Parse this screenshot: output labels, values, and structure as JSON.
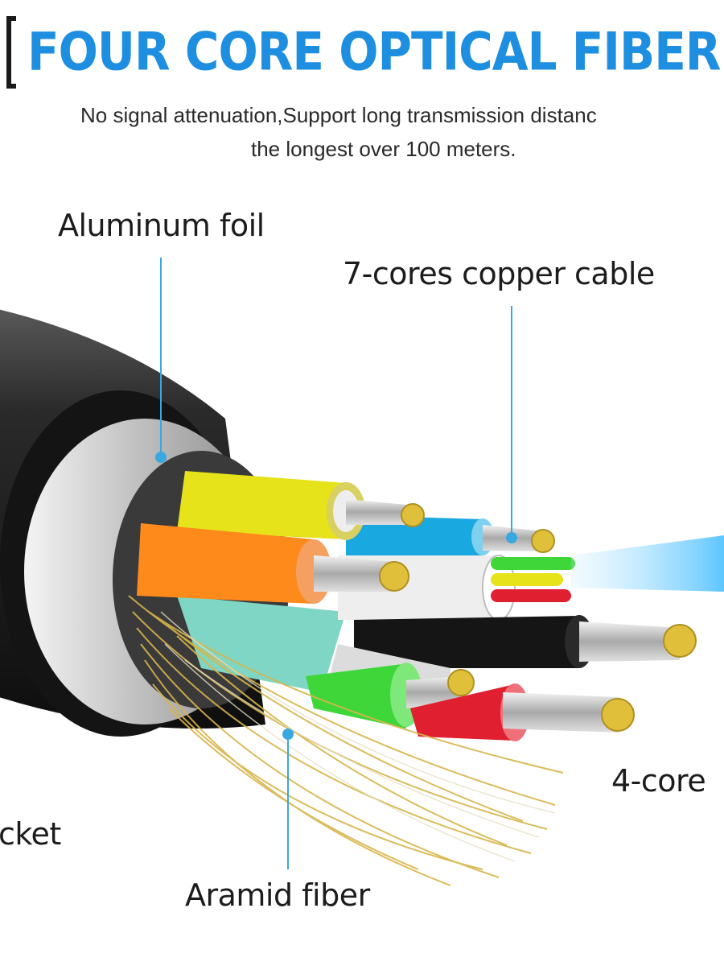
{
  "header": {
    "title": "FOUR CORE OPTICAL FIBER TRANSM",
    "subtitle_line1": "No signal attenuation,Support long transmission distanc",
    "subtitle_line2": "the longest over 100 meters."
  },
  "callouts": {
    "aluminum_foil": "Aluminum foil",
    "copper_cable": "7-cores copper cable",
    "four_core": "4-core",
    "jacket": "cket",
    "aramid_fiber": "Aramid fiber"
  },
  "colors": {
    "title_blue": "#1e8fe0",
    "leader_blue": "#3aa7e0",
    "jacket_black": "#1b1b1b",
    "foil_silver": "#c9c9c9",
    "wire_yellow": "#e6e31a",
    "wire_orange": "#ff8a1c",
    "wire_blue": "#19a8e0",
    "wire_white": "#f2f2f2",
    "wire_black": "#151515",
    "wire_green": "#3fd63a",
    "wire_red": "#e02030",
    "wire_teal": "#7fd6c4",
    "copper_strand": "#cfcfcf",
    "copper_core": "#e0c03a",
    "aramid_gold": "#d8b54a"
  }
}
